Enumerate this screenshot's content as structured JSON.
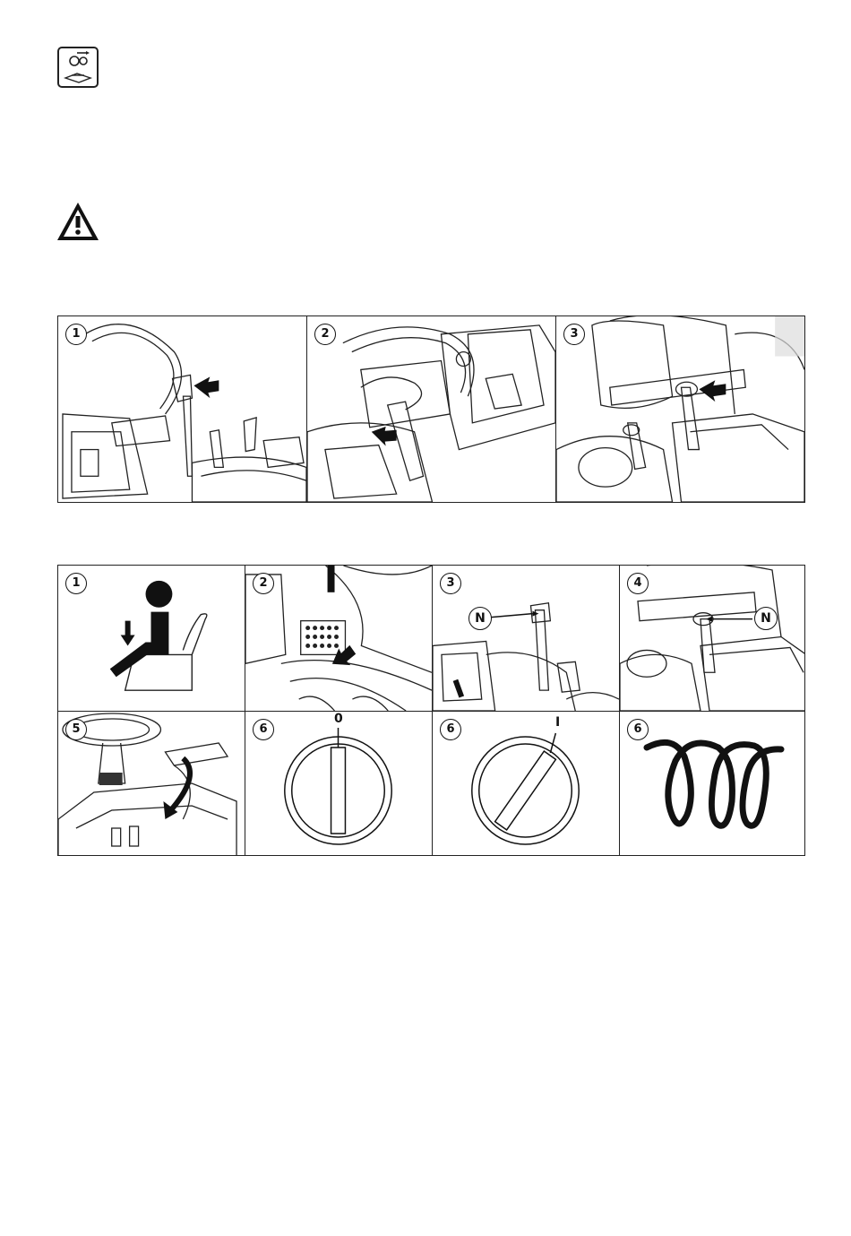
{
  "strip_top": {
    "steps": [
      "1",
      "2",
      "3"
    ]
  },
  "grid": {
    "steps": [
      "1",
      "2",
      "3",
      "4",
      "5",
      "6",
      "6",
      "6"
    ],
    "neutral_label": "N",
    "key_position_off": "0",
    "key_position_on": "I"
  },
  "icons": {
    "manual": "maintenance-manual-icon",
    "warning": "warning-triangle-icon",
    "preheat": "glow-plug-icon"
  }
}
